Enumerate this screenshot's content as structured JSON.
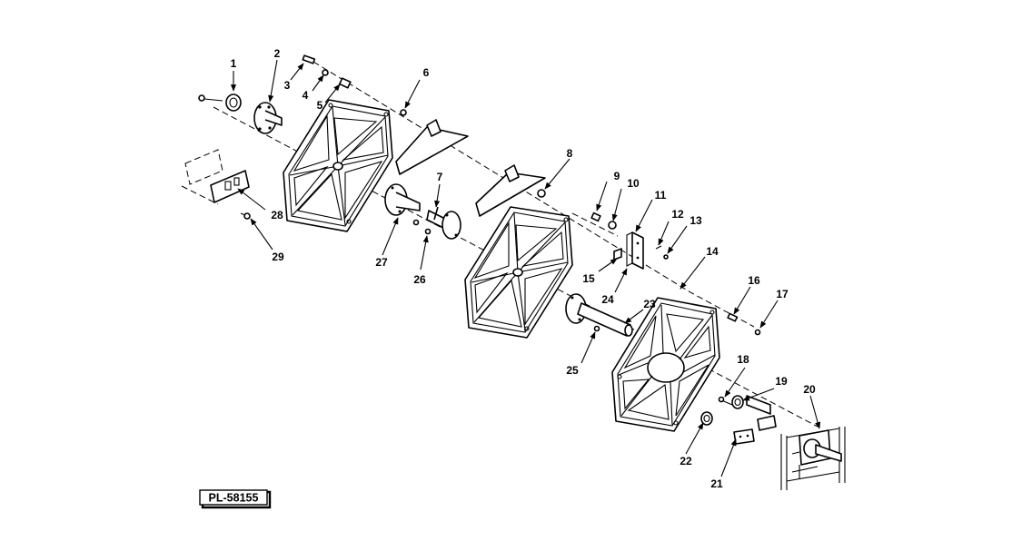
{
  "figure": {
    "plate_label": "PL-58155",
    "callouts": [
      "1",
      "2",
      "3",
      "4",
      "5",
      "6",
      "7",
      "8",
      "9",
      "10",
      "11",
      "12",
      "13",
      "14",
      "15",
      "16",
      "17",
      "18",
      "19",
      "20",
      "21",
      "22",
      "23",
      "24",
      "25",
      "26",
      "27",
      "28",
      "29"
    ]
  }
}
